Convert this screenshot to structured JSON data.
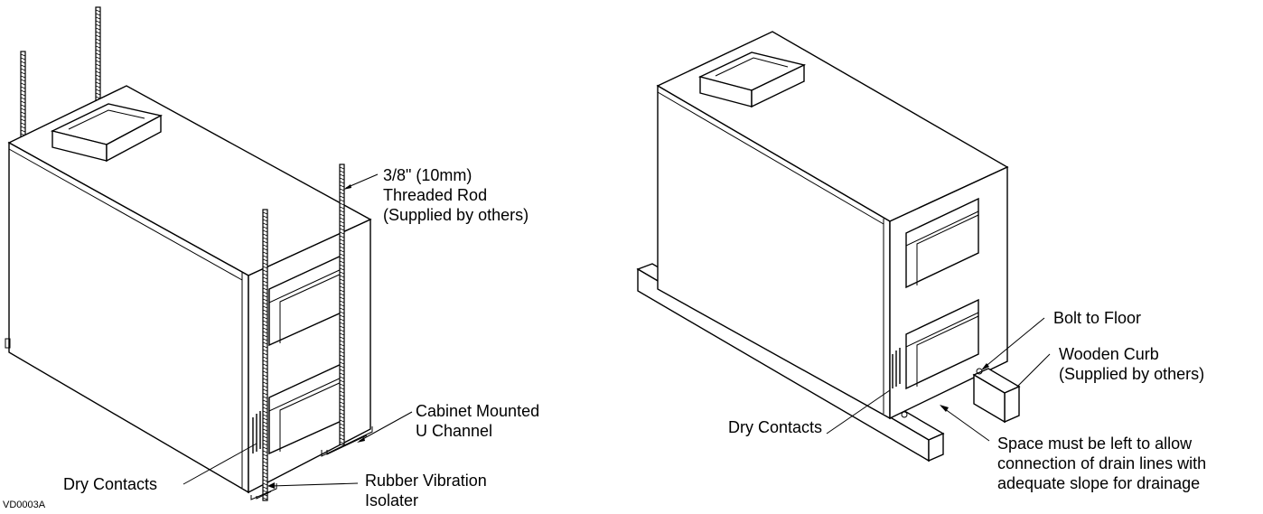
{
  "left_figure": {
    "rod_label_line1": "3/8\" (10mm)",
    "rod_label_line2": "Threaded Rod",
    "rod_label_line3": "(Supplied by others)",
    "channel_label_line1": "Cabinet Mounted",
    "channel_label_line2": "U Channel",
    "contacts_label": "Dry Contacts",
    "isolator_label_line1": "Rubber Vibration",
    "isolator_label_line2": "Isolater"
  },
  "right_figure": {
    "bolt_label": "Bolt to Floor",
    "curb_label_line1": "Wooden Curb",
    "curb_label_line2": "(Supplied by others)",
    "contacts_label": "Dry Contacts",
    "space_label_line1": "Space must be left to allow",
    "space_label_line2": "connection of drain lines with",
    "space_label_line3": "adequate slope for drainage"
  },
  "figure_code": "VD0003A"
}
